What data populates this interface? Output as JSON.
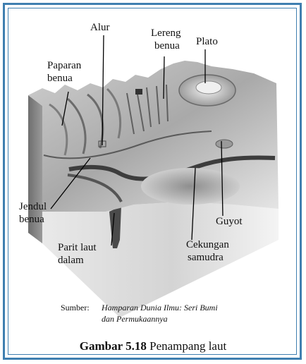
{
  "labels": {
    "alur": "Alur",
    "lereng_line1": "Lereng",
    "lereng_line2": "benua",
    "plato": "Plato",
    "paparan_line1": "Paparan",
    "paparan_line2": "benua",
    "jendul_line1": "Jendul",
    "jendul_line2": "benua",
    "guyot": "Guyot",
    "parit_line1": "Parit laut",
    "parit_line2": "dalam",
    "cekungan_line1": "Cekungan",
    "cekungan_line2": "samudra"
  },
  "source": {
    "key": "Sumber:",
    "line1": "Hamparan Dunia Ilmu: Seri Bumi",
    "line2": "dan Permukaannya"
  },
  "caption": {
    "number": "Gambar 5.18",
    "text": "Penampang laut"
  },
  "colors": {
    "frame": "#3f7fb0",
    "relief_light": "#d9d9d9",
    "relief_dark": "#5a5a5a"
  }
}
